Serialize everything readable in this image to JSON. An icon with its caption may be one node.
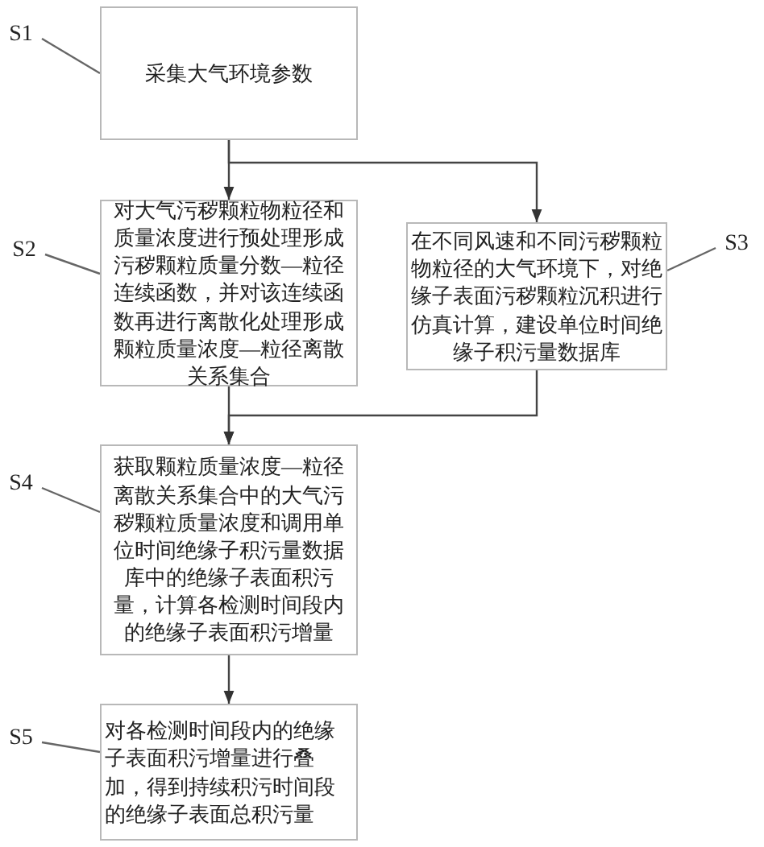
{
  "diagram": {
    "nodes": [
      {
        "text": [
          "S1"
        ]
      },
      {
        "text": [
          "采集大气环境参数"
        ]
      },
      {
        "text": [
          "S2"
        ]
      },
      {
        "text": [
          "对大气污秽颗粒物粒径和质量浓度进行预处理形成污秽颗粒质量分数—粒径连续函数，并对该连续函数再进行离散化处理形成颗粒质量浓度—粒径离散关系集合"
        ]
      },
      {
        "text": [
          "在不同风速和不同污秽颗粒物粒径的大气环境下，对绝缘子表面污秽颗粒沉积进行仿真计算，建设单位时间绝缘子积污量数据库"
        ]
      },
      {
        "text": [
          "S3"
        ]
      },
      {
        "text": [
          "S4"
        ]
      },
      {
        "text": [
          "获取颗粒质量浓度—粒径离散关系集合中的大气污秽颗粒质量浓度和调用单位时间绝缘子积污量数据库中的绝缘子表面积污量，计算各检测时间段内的绝缘子表面积污增量"
        ]
      },
      {
        "text": [
          "S5"
        ]
      },
      {
        "text": [
          "对各检测时间段内的绝缘子表面积污增量进行叠加，得到持续积污时间段的绝缘子表面总积污量"
        ]
      }
    ],
    "edges": [
      {
        "from": 0,
        "to": 1,
        "arrow": "none"
      },
      {
        "from": 1,
        "to": 3,
        "arrow": "to"
      },
      {
        "from": 1,
        "to": 4,
        "arrow": "to"
      },
      {
        "from": 2,
        "to": 3,
        "arrow": "none"
      },
      {
        "from": 5,
        "to": 4,
        "arrow": "none"
      },
      {
        "from": 3,
        "to": 7,
        "arrow": "to"
      },
      {
        "from": 4,
        "to": 7,
        "arrow": "to"
      },
      {
        "from": 6,
        "to": 7,
        "arrow": "none"
      },
      {
        "from": 7,
        "to": 9,
        "arrow": "to"
      },
      {
        "from": 8,
        "to": 9,
        "arrow": "none"
      }
    ]
  }
}
